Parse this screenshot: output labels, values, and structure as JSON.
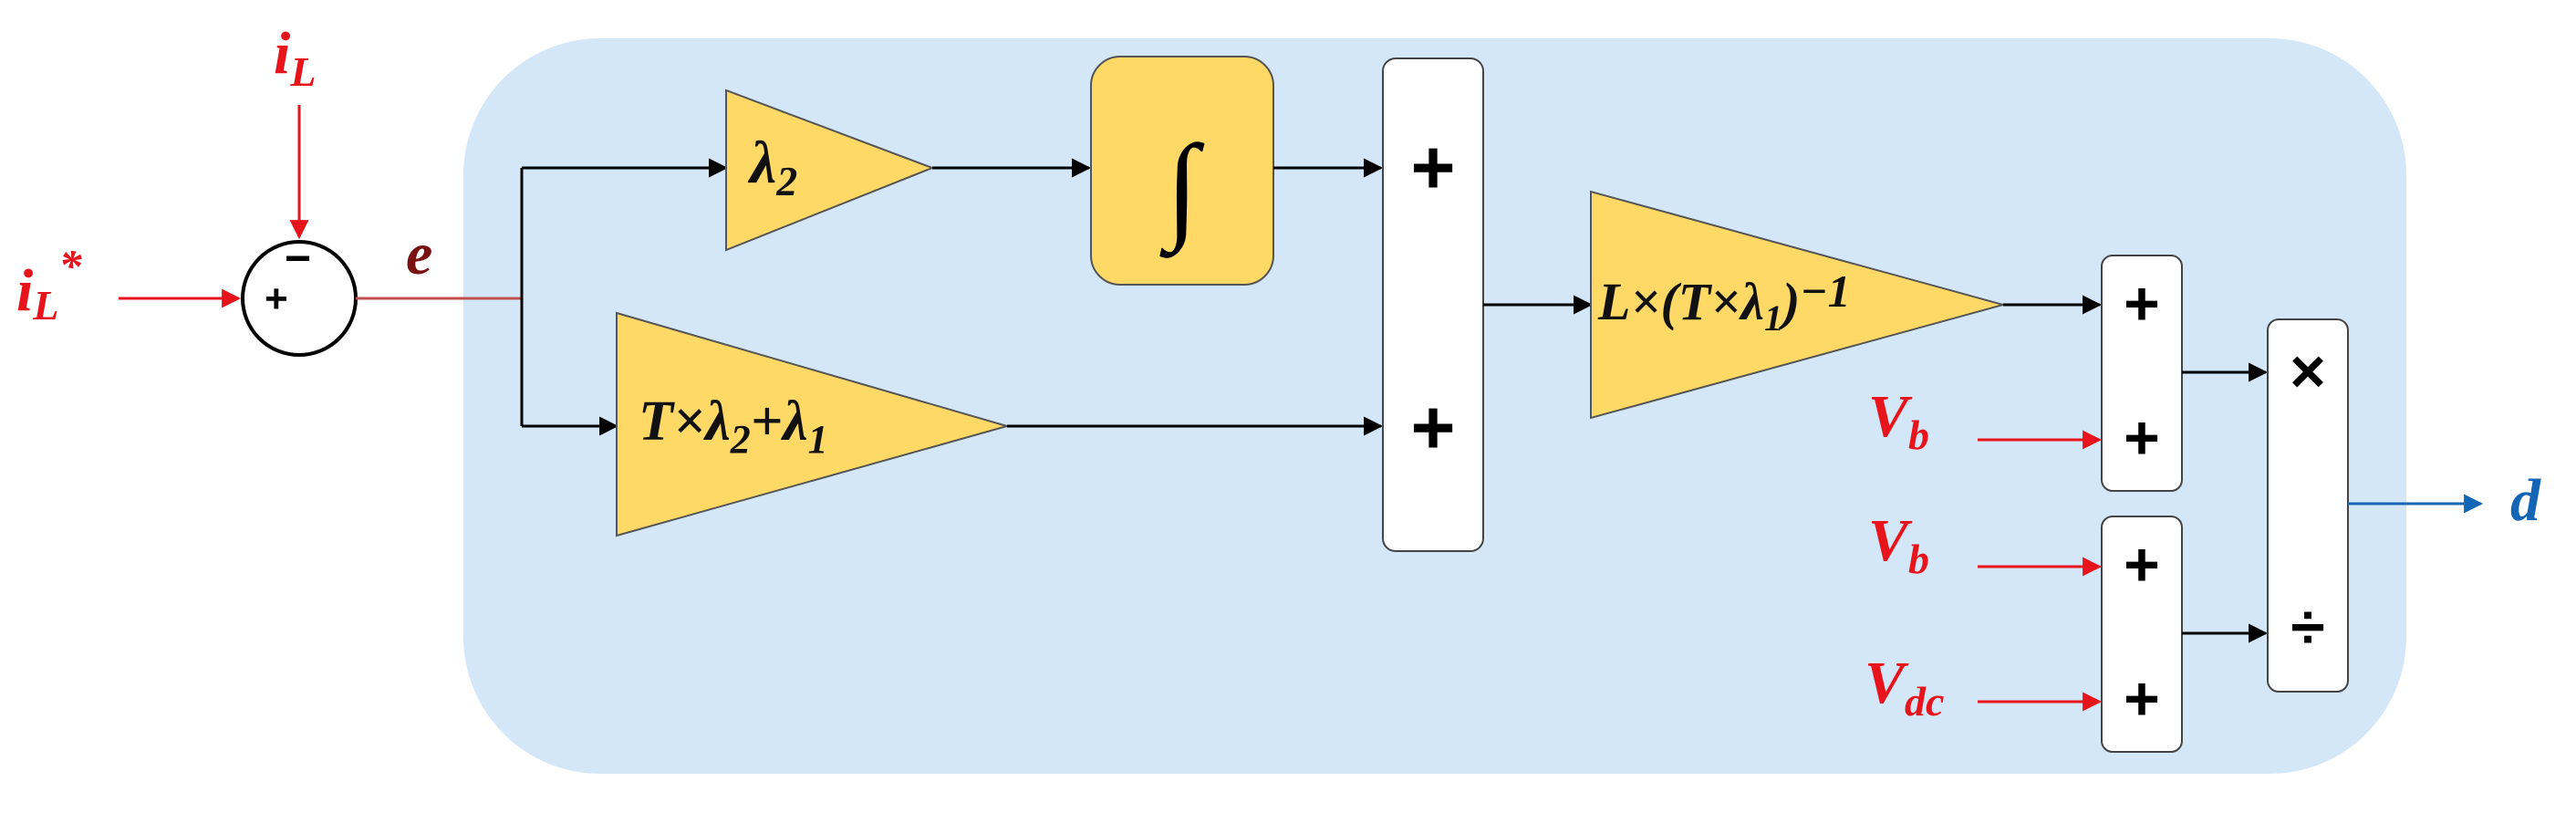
{
  "inputs": {
    "il_star": {
      "base": "i",
      "sub": "L",
      "sup": "*"
    },
    "il": {
      "base": "i",
      "sub": "L"
    },
    "vb_top": {
      "base": "V",
      "sub": "b"
    },
    "vb_bottom": {
      "base": "V",
      "sub": "b"
    },
    "vdc": {
      "base": "V",
      "sub": "dc"
    }
  },
  "signals": {
    "error": "e",
    "output": "d"
  },
  "summing_junction": {
    "plus": "+",
    "minus": "−"
  },
  "blocks": {
    "gain_lambda2": {
      "base": "λ",
      "sub": "2"
    },
    "integrator": "∫",
    "gain_t_lambda": {
      "p1": "T×λ",
      "s1": "2",
      "p2": "+λ",
      "s2": "1"
    },
    "gain_l": {
      "p1": "L×(T×λ",
      "s1": "1",
      "p2": ")",
      "sup": "−1"
    }
  },
  "operators": {
    "plus": "+",
    "multiply": "×",
    "divide": "÷"
  },
  "colors": {
    "background_panel": "#d4e7f9",
    "block_fill": "#ffd966",
    "input_red": "#e8141c",
    "output_blue": "#1466b4",
    "error_maroon": "#7a1010"
  }
}
